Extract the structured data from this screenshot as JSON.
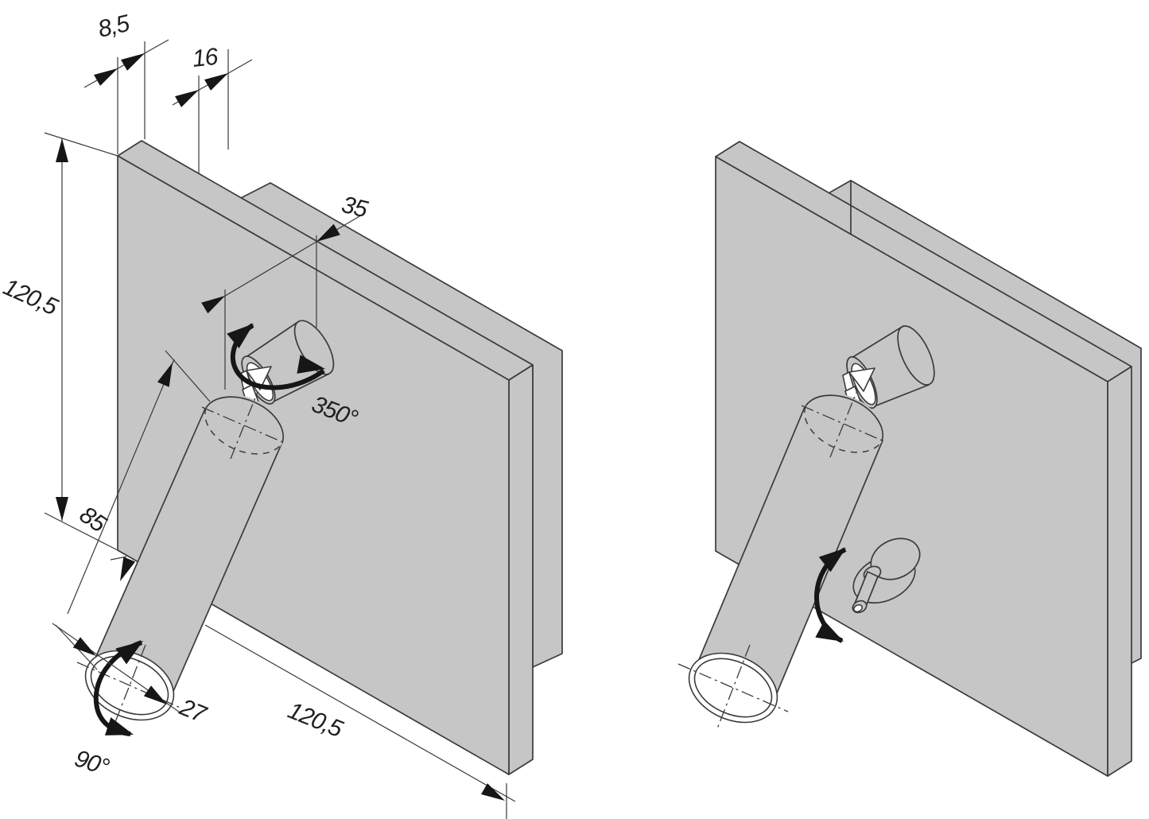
{
  "drawing": {
    "type": "technical-diagram",
    "subject": "wall-mounted adjustable reading spotlight on square panel, isometric views",
    "background_color": "#ffffff",
    "plate_fill_color": "#c6c6c6",
    "line_color": "#3b3b3b",
    "annotation_color": "#161616",
    "left_view": {
      "name": "dimensioned isometric view",
      "dimensions": {
        "panel_thickness": "8,5",
        "wall_plate_thickness": "16",
        "panel_height": "120,5",
        "spot_offset_from_top": "35",
        "swivel_range": "350°",
        "arm_length": "85",
        "arm_diameter": "27",
        "tilt_range": "90°",
        "panel_width": "120,5"
      }
    },
    "right_view": {
      "name": "isometric view with toggle switch",
      "dimensions": {}
    }
  }
}
